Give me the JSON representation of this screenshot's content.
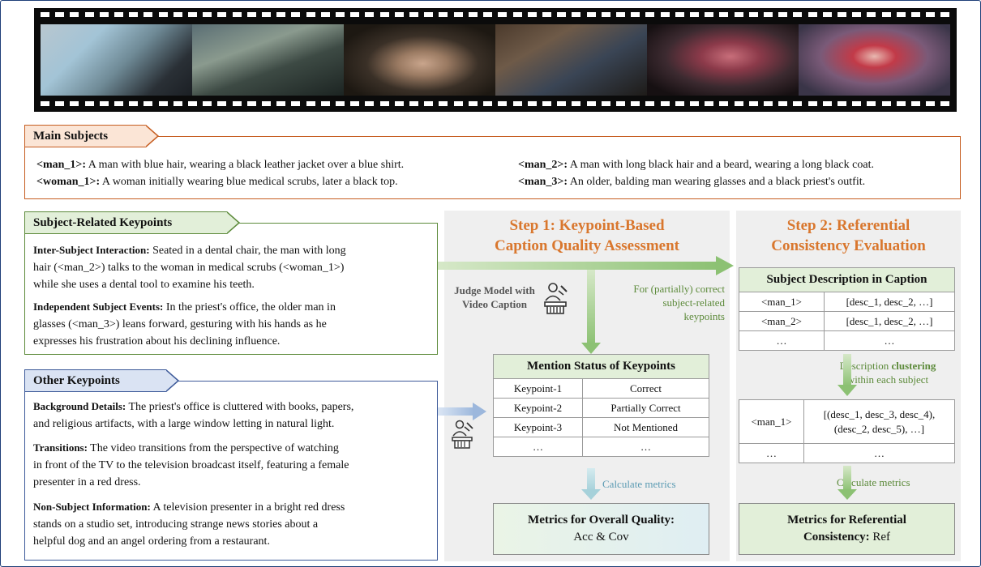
{
  "film_frames": [
    "dental-chair-scene",
    "car-scene",
    "priest-closeup",
    "group-scene",
    "tv-broadcast-scene",
    "presenter-scene"
  ],
  "main_subjects": {
    "title": "Main Subjects",
    "items": [
      {
        "id": "<man_1>:",
        "desc": " A man with blue hair, wearing a black leather jacket over a blue shirt."
      },
      {
        "id": "<man_2>:",
        "desc": " A man with long black hair and a beard, wearing a long black coat."
      },
      {
        "id": "<woman_1>:",
        "desc": " A woman initially wearing blue medical scrubs, later a black top."
      },
      {
        "id": "<man_3>:",
        "desc": " An older, balding man wearing glasses and a black priest's outfit."
      }
    ]
  },
  "subject_keypoints": {
    "title": "Subject-Related Keypoints",
    "items": [
      {
        "heading": "Inter-Subject Interaction:",
        "lines": [
          " Seated in a dental chair, the man with long",
          "hair (<man_2>) talks to the woman in medical scrubs (<woman_1>)",
          "while she uses a dental tool to examine his teeth."
        ]
      },
      {
        "heading": "Independent Subject Events:",
        "lines": [
          " In the priest's office, the older man in",
          "glasses (<man_3>) leans forward, gesturing with his hands as he",
          "expresses his frustration about his declining influence."
        ]
      }
    ]
  },
  "other_keypoints": {
    "title": "Other Keypoints",
    "items": [
      {
        "heading": "Background Details:",
        "lines": [
          " The priest's office is cluttered with books, papers,",
          "and religious artifacts, with a large window letting in natural light."
        ]
      },
      {
        "heading": "Transitions:",
        "lines": [
          " The video transitions from the perspective of watching",
          "in front of the TV to the television broadcast itself, featuring a female",
          "presenter in a red dress."
        ]
      },
      {
        "heading": "Non-Subject Information:",
        "lines": [
          " A television presenter in a bright red dress",
          "stands on a studio set, introducing strange news stories about a",
          "helpful dog and an angel ordering from a restaurant."
        ]
      }
    ]
  },
  "step1": {
    "title_line1": "Step 1: Keypoint-Based",
    "title_line2": "Caption Quality Assessment",
    "judge_line1": "Judge Model with",
    "judge_line2": "Video Caption",
    "note_line1": "For (partially) correct",
    "note_line2": "subject-related",
    "note_line3": "keypoints",
    "table_title": "Mention Status of Keypoints",
    "rows": [
      [
        "Keypoint-1",
        "Correct"
      ],
      [
        "Keypoint-2",
        "Partially Correct"
      ],
      [
        "Keypoint-3",
        "Not Mentioned"
      ],
      [
        "…",
        "…"
      ]
    ],
    "calc_label": "Calculate metrics",
    "metric_title": "Metrics for Overall Quality:",
    "metric_value": "Acc & Cov"
  },
  "step2": {
    "title_line1": "Step 2: Referential",
    "title_line2": "Consistency Evaluation",
    "table_title": "Subject Description in Caption",
    "rows": [
      [
        "<man_1>",
        "[desc_1, desc_2, …]"
      ],
      [
        "<man_2>",
        "[desc_1, desc_2, …]"
      ],
      [
        "…",
        "…"
      ]
    ],
    "cluster_pre": "Description ",
    "cluster_bold": "clustering",
    "cluster_line2": "within each subject",
    "cluster_rows": [
      [
        "<man_1>",
        "[(desc_1, desc_3, desc_4),",
        "(desc_2, desc_5), …]"
      ],
      [
        "…",
        "…",
        ""
      ]
    ],
    "calc_label": "Calculate metrics",
    "metric_title_line1": "Metrics for Referential",
    "metric_title_line2": "Consistency:",
    "metric_value": " Ref"
  }
}
